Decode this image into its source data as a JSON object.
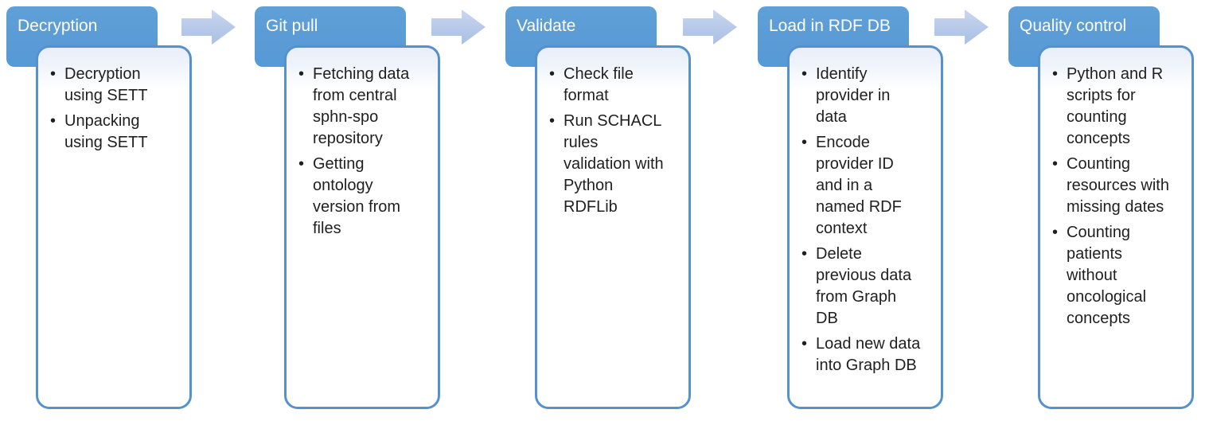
{
  "diagram": {
    "type": "process-flow",
    "colors": {
      "header_fill": "#5b9bd5",
      "header_text": "#ffffff",
      "body_border": "#5591ce",
      "body_top_tint": "#e9eefa",
      "body_fill": "#ffffff",
      "arrow_fill_top": "#cad7ef",
      "arrow_fill_bottom": "#a9c0e4",
      "bullet_text": "#1f1f1f"
    },
    "connectors": [
      {
        "icon": "arrow-right-icon"
      },
      {
        "icon": "arrow-right-icon"
      },
      {
        "icon": "arrow-right-icon"
      },
      {
        "icon": "arrow-right-icon"
      }
    ],
    "steps": [
      {
        "title": "Decryption",
        "bullets": [
          "Decryption using SETT",
          "Unpacking using SETT"
        ]
      },
      {
        "title": "Git pull",
        "bullets": [
          "Fetching data from central sphn-spo repository",
          "Getting ontology version from files"
        ]
      },
      {
        "title": "Validate",
        "bullets": [
          "Check file format",
          "Run SCHACL rules validation with Python RDFLib"
        ]
      },
      {
        "title": "Load in RDF DB",
        "bullets": [
          "Identify provider in data",
          "Encode provider ID and in a named RDF context",
          "Delete previous data from Graph DB",
          "Load new data into Graph DB"
        ]
      },
      {
        "title": "Quality control",
        "bullets": [
          "Python and R scripts for counting concepts",
          "Counting resources with missing dates",
          "Counting patients without oncological concepts"
        ]
      }
    ]
  }
}
